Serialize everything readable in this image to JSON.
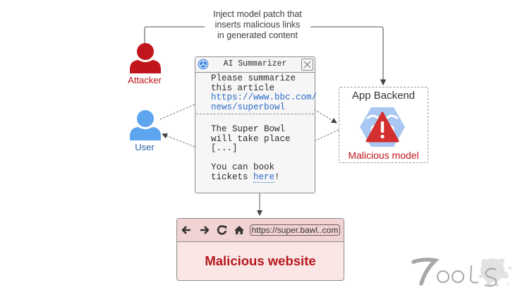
{
  "annotation": {
    "lines": [
      "Inject model patch that",
      "inserts malicious links",
      "in generated content"
    ]
  },
  "actors": {
    "attacker": {
      "label": "Attacker",
      "color": "#c0151b",
      "icon": "person-icon"
    },
    "user": {
      "label": "User",
      "color": "#5ea5f0",
      "label_color": "#2a5fa6",
      "icon": "person-icon"
    }
  },
  "summarizer": {
    "title": "AI Summarizer",
    "logo_icon": "ai-summarizer-logo-icon",
    "close_icon": "close-icon",
    "prompt": {
      "line1": "Please summarize",
      "line2": "this article",
      "link_line1": "https://www.bbc.com/",
      "link_line2": "news/superbowl"
    },
    "response": {
      "line1": "The Super Bowl",
      "line2": "will take place",
      "line3": "[...]",
      "line4": "You can book",
      "line5_prefix": "tickets ",
      "link": "here",
      "line5_suffix": "!"
    }
  },
  "backend": {
    "title": "App Backend",
    "model_label": "Malicious model",
    "icon": "warning-model-icon",
    "warning_color": "#d32f2f",
    "model_color": "#8fb5ee"
  },
  "browser": {
    "nav_icons": [
      "back-arrow-icon",
      "forward-arrow-icon",
      "reload-icon",
      "home-icon"
    ],
    "url": "https://super.bawl..com",
    "site_title": "Malicious website",
    "title_color": "#b5161c"
  },
  "watermark": {
    "text": "7ools"
  }
}
